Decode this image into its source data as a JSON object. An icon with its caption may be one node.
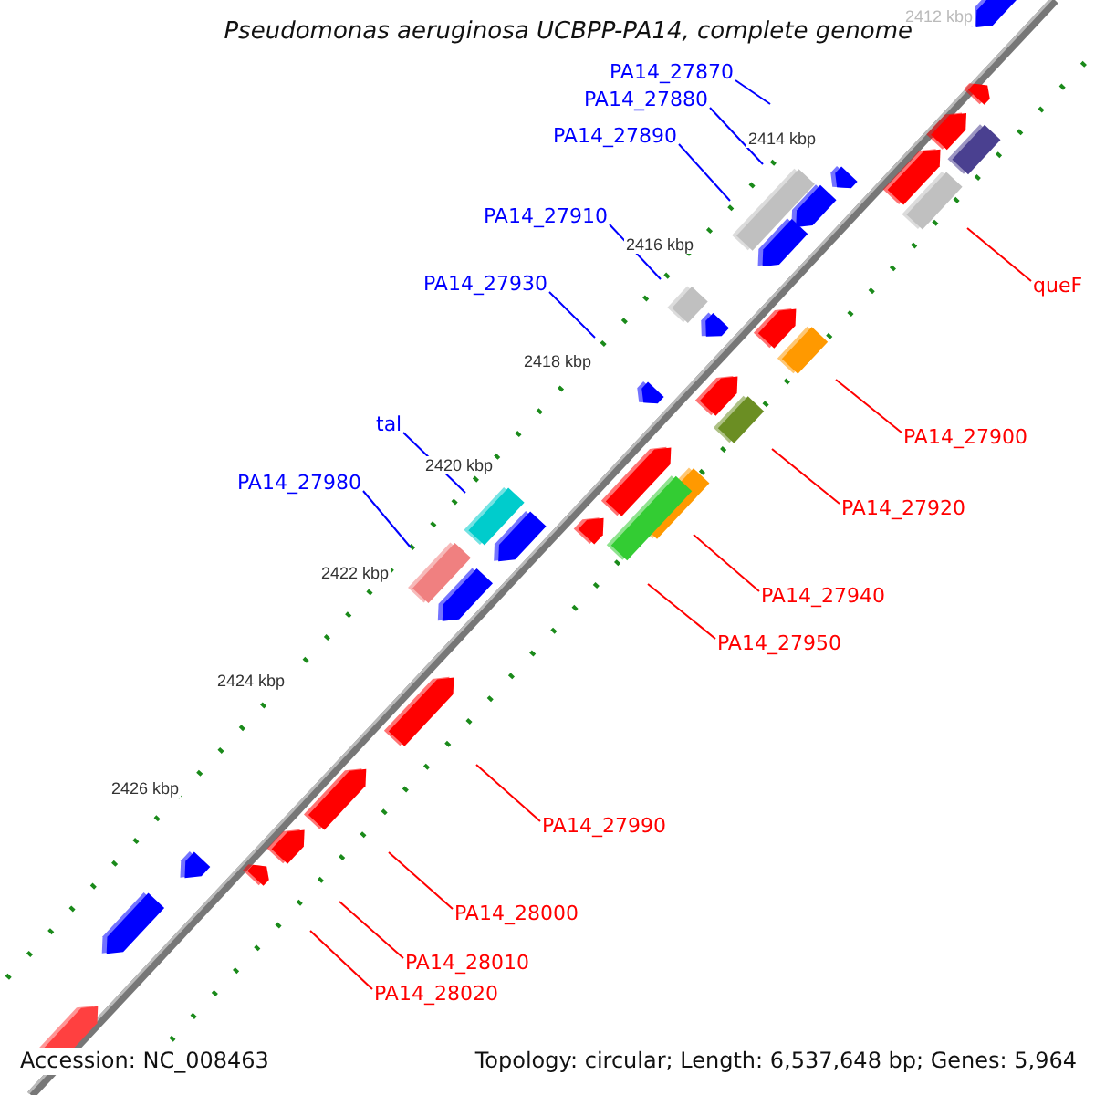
{
  "diagram": {
    "title": "Pseudomonas aeruginosa UCBPP-PA14, complete genome",
    "nodes": [
      {
        "text": [
          "PA14_27870"
        ]
      },
      {
        "text": [
          "PA14_27880"
        ]
      },
      {
        "text": [
          "PA14_27890"
        ]
      },
      {
        "text": [
          "PA14_27910"
        ]
      },
      {
        "text": [
          "queF"
        ]
      },
      {
        "text": [
          "PA14_27930"
        ]
      },
      {
        "text": [
          "PA14_27900"
        ]
      },
      {
        "text": [
          "tal"
        ]
      },
      {
        "text": [
          "PA14_27980"
        ]
      },
      {
        "text": [
          "PA14_27920"
        ]
      },
      {
        "text": [
          "PA14_27940"
        ]
      },
      {
        "text": [
          "PA14_27950"
        ]
      },
      {
        "text": [
          "PA14_27990"
        ]
      },
      {
        "text": [
          "PA14_28000"
        ]
      },
      {
        "text": [
          "PA14_28010"
        ]
      },
      {
        "text": [
          "PA14_28020"
        ]
      }
    ],
    "edges": [
      {
        "from": 0,
        "to": null,
        "arrow": "none",
        "color": "#0000ff"
      },
      {
        "from": 1,
        "to": null,
        "arrow": "none",
        "color": "#0000ff"
      },
      {
        "from": 2,
        "to": null,
        "arrow": "none",
        "color": "#0000ff"
      },
      {
        "from": 3,
        "to": null,
        "arrow": "none",
        "color": "#0000ff"
      },
      {
        "from": 4,
        "to": null,
        "arrow": "none"
      },
      {
        "from": 5,
        "to": null,
        "arrow": "none",
        "color": "#0000ff"
      },
      {
        "from": 6,
        "to": null,
        "arrow": "none"
      },
      {
        "from": 7,
        "to": null,
        "arrow": "none",
        "color": "#0000ff"
      },
      {
        "from": 8,
        "to": null,
        "arrow": "none",
        "color": "#0000ff"
      },
      {
        "from": 9,
        "to": null,
        "arrow": "none"
      },
      {
        "from": 10,
        "to": null,
        "arrow": "none"
      },
      {
        "from": 11,
        "to": null,
        "arrow": "none"
      },
      {
        "from": 12,
        "to": null,
        "arrow": "none"
      },
      {
        "from": 13,
        "to": null,
        "arrow": "none"
      },
      {
        "from": 14,
        "to": null,
        "arrow": "none"
      },
      {
        "from": 15,
        "to": null,
        "arrow": "none"
      }
    ],
    "labels": [
      "2412 kbp",
      "2414 kbp",
      "2416 kbp",
      "2418 kbp",
      "2420 kbp",
      "2422 kbp",
      "2424 kbp",
      "2426 kbp",
      "Accession: NC_008463",
      "Topology: circular; Length: 6,537,648 bp; Genes: 5,964"
    ]
  }
}
